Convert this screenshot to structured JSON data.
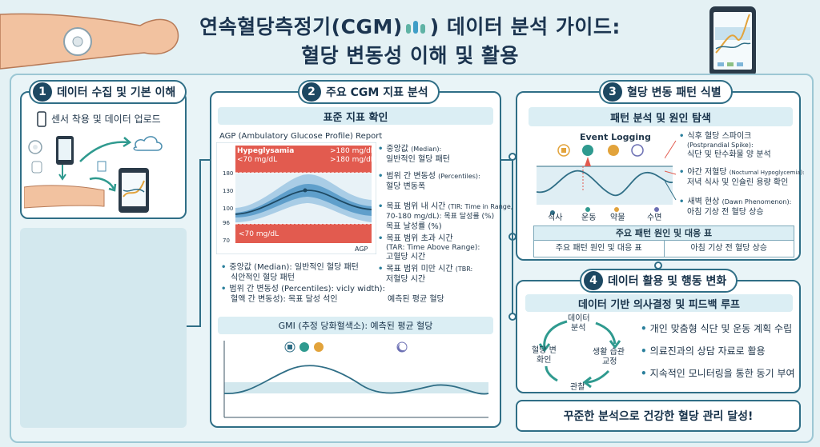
{
  "title": {
    "line1": "연속혈당측정기(CGM)",
    "line1_end": ") 데이터 분석 가이드:",
    "line2": "혈당 변동성 이해 및 활용"
  },
  "section1": {
    "number": "1",
    "heading": "데이터 수집 및 기본 이해",
    "upload_label": "센서 착용 및 데이터 업로드"
  },
  "section2": {
    "number": "2",
    "heading": "주요 CGM 지표 분석",
    "subhead": "표준 지표 확인",
    "agp_title": "AGP (Ambulatory Glucose Profile) Report",
    "agp_corner": "AGP",
    "chart_labels": {
      "hyper": "Hypeglysamia",
      "hyper_right1": ">180 mg/dL",
      "hyper_right2": ">180 mg/dL",
      "low_left": "<70 mg/dL",
      "low_bottom": "<70 mg/dL",
      "ticks": [
        "180",
        "130",
        "100",
        "96",
        "70"
      ]
    },
    "right_items": [
      {
        "main": "중앙값 ",
        "small": "(Median):",
        "line2": "일반적인 혈당 패턴"
      },
      {
        "main": "범위 간 변동성 ",
        "small": "(Percentiles):",
        "line2": "혈당 변동폭"
      },
      {
        "main": "목표 범위 내 시간 ",
        "small": "(TIR: Time in Range,",
        "line2": "70-180 mg/dL):  목표 달성률 (%)",
        "line3": "목표 날성률 (%)"
      },
      {
        "main": "목표 범위 초과 시간",
        "small": "",
        "line2": "(TAR: Time Above Range):",
        "line3": "고혈당 시간"
      },
      {
        "main": "목표 범위 미만 시간 ",
        "small": "(TBR:",
        "line2": "저혈당 시간"
      }
    ],
    "left_items": [
      {
        "line1": "중앙값 (Median): 일반적인 혈당 패턴",
        "line2": "식안적인 혈당 패턴"
      },
      {
        "line1": "범위 간 변동성 (Percentiles): vicly width):",
        "line2": "혈액 간 변동성):  목표 달성 석인"
      }
    ],
    "predicted": "예측된 평균 혈당",
    "gmi_label": "GMI (추정 당화혈색소): 예측된 평균 혈당"
  },
  "section3": {
    "number": "3",
    "heading": "혈당 변동 패턴 식별",
    "subhead": "패턴 분석 및 원인 탐색",
    "event_title": "Event Logging",
    "event_labels": [
      "식사",
      "운동",
      "약물",
      "수면"
    ],
    "annotations": [
      {
        "line1": "식후 혈당 스파이크",
        "line2": "(Postprandial Spike):",
        "line3": "식단 및 탄수화물 양 분석"
      },
      {
        "line1": "야간 저혈당 ",
        "small": "(Nocturnal Hypoglycemia):",
        "line2": "저녁 식사 및 인슐린 용량 확인"
      },
      {
        "line1": "새벽 현상 ",
        "small": "(Dawn Phenomenon):",
        "line2": "아침 기상 전 혈당 상승"
      }
    ],
    "table_title": "주요 패턴 원인 및 대응 표",
    "table_cells": [
      "주요 패턴 원인 및 대응 표",
      "아침 기상 전 혈당 상승"
    ]
  },
  "section4": {
    "number": "4",
    "heading": "데이터 활용 및 행동 변화",
    "subhead": "데이터 기반 의사결정 및 피드백 루프",
    "cycle": {
      "top": [
        "데이터",
        "분석"
      ],
      "right": [
        "생활 습관",
        "교정"
      ],
      "bottom": "관찰",
      "left": [
        "혈당 변",
        "화인"
      ]
    },
    "items": [
      "개인 맞춤형 식단 및 운동 계획 수립",
      "의료진과의 상담 자료로 활용",
      "지속적인 모니터링을 통한 동기 부여"
    ]
  },
  "conclusion": "꾸준한 분석으로 건강한 혈당 관리 달성!",
  "colors": {
    "accent": "#2f6e86",
    "badge": "#1d4862",
    "hyper_red": "#e25b4f",
    "band_blue": "#7fb6d9"
  }
}
